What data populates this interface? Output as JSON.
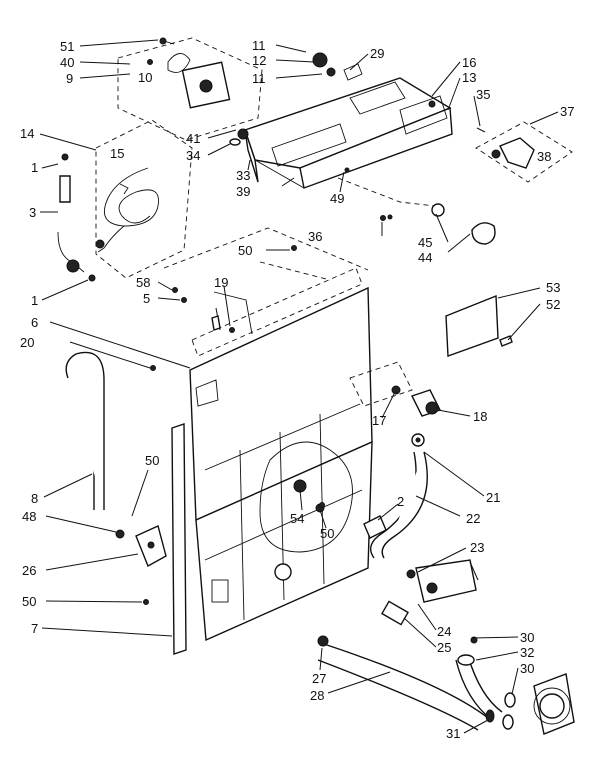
{
  "callouts": [
    {
      "id": "c51",
      "text": "51"
    },
    {
      "id": "c40",
      "text": "40"
    },
    {
      "id": "c9",
      "text": "9"
    },
    {
      "id": "c10",
      "text": "10"
    },
    {
      "id": "c11a",
      "text": "11"
    },
    {
      "id": "c12",
      "text": "12"
    },
    {
      "id": "c11b",
      "text": "11"
    },
    {
      "id": "c29",
      "text": "29"
    },
    {
      "id": "c16",
      "text": "16"
    },
    {
      "id": "c13",
      "text": "13"
    },
    {
      "id": "c35",
      "text": "35"
    },
    {
      "id": "c37",
      "text": "37"
    },
    {
      "id": "c38",
      "text": "38"
    },
    {
      "id": "c14",
      "text": "14"
    },
    {
      "id": "c15",
      "text": "15"
    },
    {
      "id": "c1a",
      "text": "1"
    },
    {
      "id": "c3",
      "text": "3"
    },
    {
      "id": "c41",
      "text": "41"
    },
    {
      "id": "c34",
      "text": "34"
    },
    {
      "id": "c33",
      "text": "33"
    },
    {
      "id": "c39",
      "text": "39"
    },
    {
      "id": "c49",
      "text": "49"
    },
    {
      "id": "c36",
      "text": "36"
    },
    {
      "id": "c45",
      "text": "45"
    },
    {
      "id": "c44",
      "text": "44"
    },
    {
      "id": "c50a",
      "text": "50"
    },
    {
      "id": "c58",
      "text": "58"
    },
    {
      "id": "c5",
      "text": "5"
    },
    {
      "id": "c19",
      "text": "19"
    },
    {
      "id": "c1b",
      "text": "1"
    },
    {
      "id": "c6",
      "text": "6"
    },
    {
      "id": "c20",
      "text": "20"
    },
    {
      "id": "c53",
      "text": "53"
    },
    {
      "id": "c52",
      "text": "52"
    },
    {
      "id": "c17",
      "text": "17"
    },
    {
      "id": "c18",
      "text": "18"
    },
    {
      "id": "c50b",
      "text": "50"
    },
    {
      "id": "c8",
      "text": "8"
    },
    {
      "id": "c48",
      "text": "48"
    },
    {
      "id": "c26",
      "text": "26"
    },
    {
      "id": "c54",
      "text": "54"
    },
    {
      "id": "c50c",
      "text": "50"
    },
    {
      "id": "c2",
      "text": "2"
    },
    {
      "id": "c21",
      "text": "21"
    },
    {
      "id": "c22",
      "text": "22"
    },
    {
      "id": "c23",
      "text": "23"
    },
    {
      "id": "c50d",
      "text": "50"
    },
    {
      "id": "c7",
      "text": "7"
    },
    {
      "id": "c24",
      "text": "24"
    },
    {
      "id": "c25",
      "text": "25"
    },
    {
      "id": "c30a",
      "text": "30"
    },
    {
      "id": "c32",
      "text": "32"
    },
    {
      "id": "c30b",
      "text": "30"
    },
    {
      "id": "c27",
      "text": "27"
    },
    {
      "id": "c28",
      "text": "28"
    },
    {
      "id": "c31",
      "text": "31"
    }
  ]
}
